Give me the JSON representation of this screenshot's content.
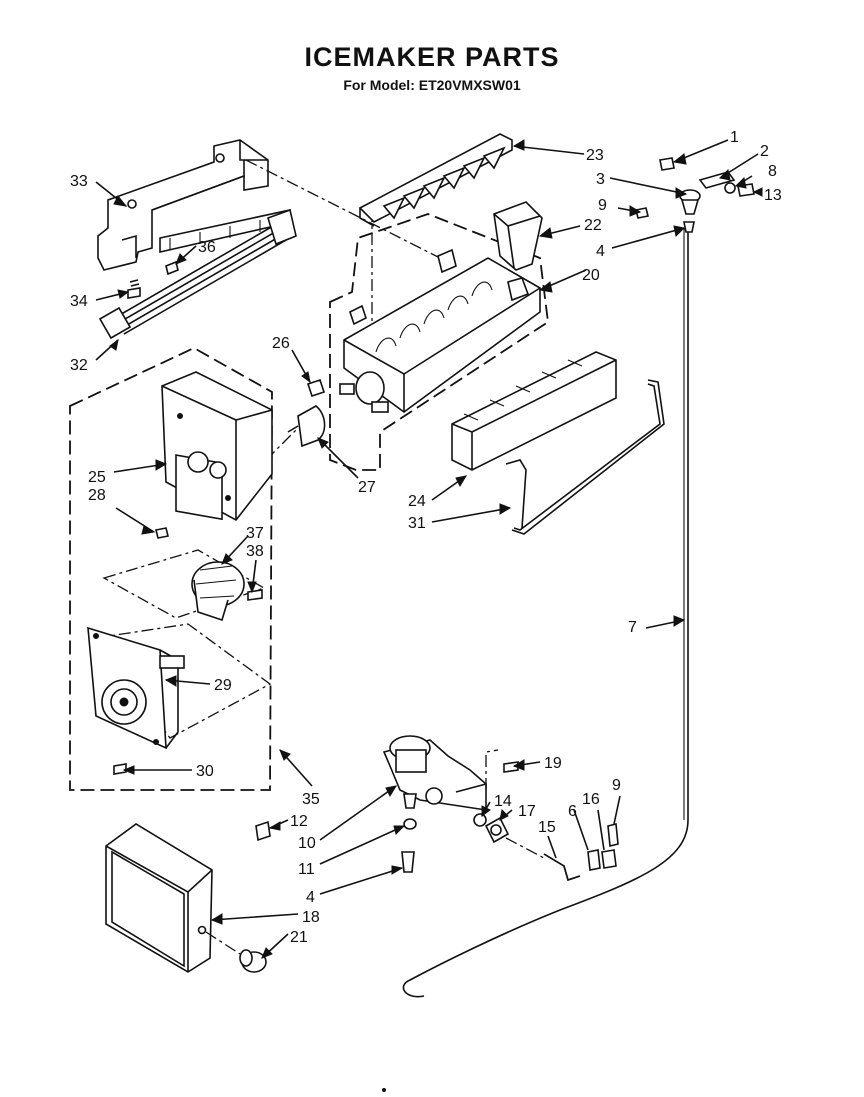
{
  "title": "ICEMAKER PARTS",
  "subtitle": "For Model: ET20VMXSW01",
  "callouts": [
    {
      "key": "c1",
      "text": "1"
    },
    {
      "key": "c2",
      "text": "2"
    },
    {
      "key": "c3",
      "text": "3"
    },
    {
      "key": "c8",
      "text": "8"
    },
    {
      "key": "c9a",
      "text": "9"
    },
    {
      "key": "c13",
      "text": "13"
    },
    {
      "key": "c22",
      "text": "22"
    },
    {
      "key": "c4a",
      "text": "4"
    },
    {
      "key": "c20",
      "text": "20"
    },
    {
      "key": "c23",
      "text": "23"
    },
    {
      "key": "c33",
      "text": "33"
    },
    {
      "key": "c36",
      "text": "36"
    },
    {
      "key": "c34",
      "text": "34"
    },
    {
      "key": "c32",
      "text": "32"
    },
    {
      "key": "c26",
      "text": "26"
    },
    {
      "key": "c25",
      "text": "25"
    },
    {
      "key": "c28",
      "text": "28"
    },
    {
      "key": "c27",
      "text": "27"
    },
    {
      "key": "c24",
      "text": "24"
    },
    {
      "key": "c31",
      "text": "31"
    },
    {
      "key": "c37",
      "text": "37"
    },
    {
      "key": "c38",
      "text": "38"
    },
    {
      "key": "c7",
      "text": "7"
    },
    {
      "key": "c29",
      "text": "29"
    },
    {
      "key": "c30",
      "text": "30"
    },
    {
      "key": "c19",
      "text": "19"
    },
    {
      "key": "c35",
      "text": "35"
    },
    {
      "key": "c14",
      "text": "14"
    },
    {
      "key": "c17",
      "text": "17"
    },
    {
      "key": "c6",
      "text": "6"
    },
    {
      "key": "c16",
      "text": "16"
    },
    {
      "key": "c9b",
      "text": "9"
    },
    {
      "key": "c12",
      "text": "12"
    },
    {
      "key": "c15",
      "text": "15"
    },
    {
      "key": "c10",
      "text": "10"
    },
    {
      "key": "c11",
      "text": "11"
    },
    {
      "key": "c4b",
      "text": "4"
    },
    {
      "key": "c18",
      "text": "18"
    },
    {
      "key": "c21",
      "text": "21"
    }
  ]
}
